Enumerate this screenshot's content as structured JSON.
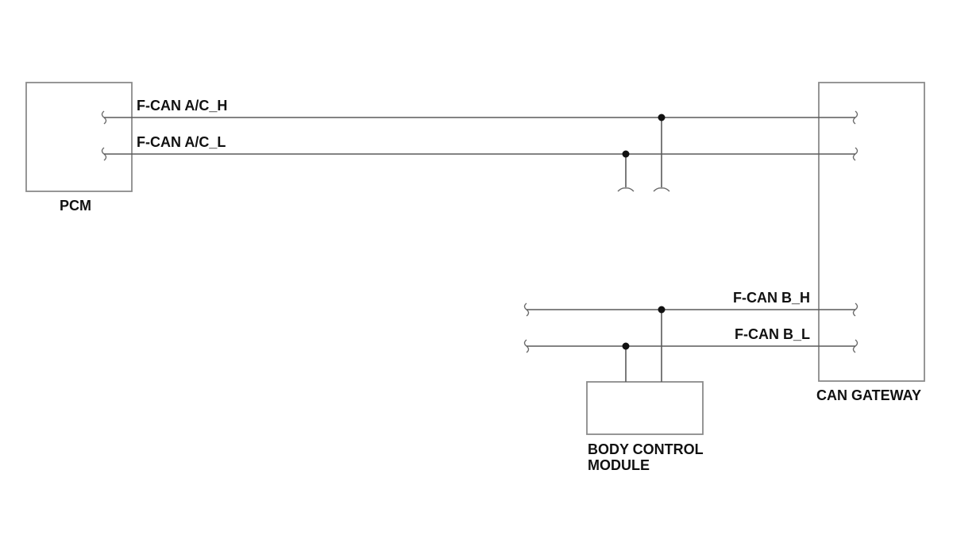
{
  "diagram": {
    "modules": {
      "pcm": "PCM",
      "can_gateway": "CAN GATEWAY",
      "bcm_line1": "BODY CONTROL",
      "bcm_line2": "MODULE"
    },
    "wires": {
      "f_can_ac_h": "F-CAN A/C_H",
      "f_can_ac_l": "F-CAN A/C_L",
      "f_can_b_h": "F-CAN B_H",
      "f_can_b_l": "F-CAN B_L"
    },
    "colors": {
      "wire": "#5a5a5a",
      "box": "#8a8a8a",
      "text": "#111111"
    }
  }
}
